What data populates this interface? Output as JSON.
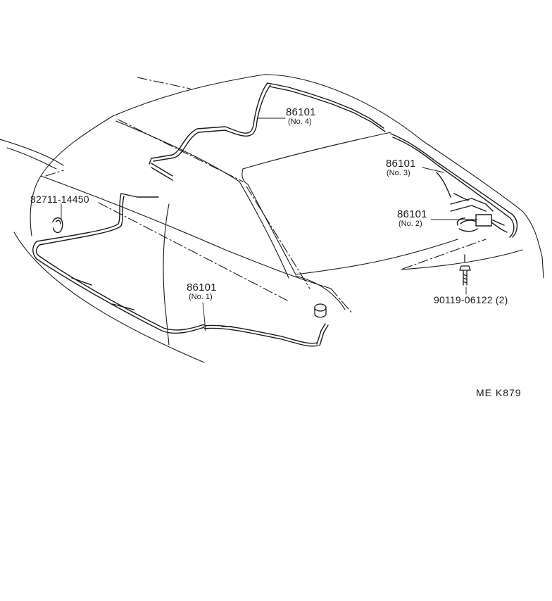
{
  "diagram": {
    "ink_color": "#1a1a1a",
    "background_color": "#ffffff",
    "callouts": [
      {
        "id": "no4",
        "part_number": "86101",
        "note": "(No. 4)"
      },
      {
        "id": "no3",
        "part_number": "86101",
        "note": "(No. 3)"
      },
      {
        "id": "no2",
        "part_number": "86101",
        "note": "(No. 2)"
      },
      {
        "id": "no1",
        "part_number": "86101",
        "note": "(No. 1)"
      },
      {
        "id": "clamp",
        "part_number": "82711-14450",
        "note": ""
      },
      {
        "id": "bolt",
        "part_number": "90119-06122 (2)",
        "note": ""
      }
    ],
    "figure_code": "ME  K879"
  }
}
